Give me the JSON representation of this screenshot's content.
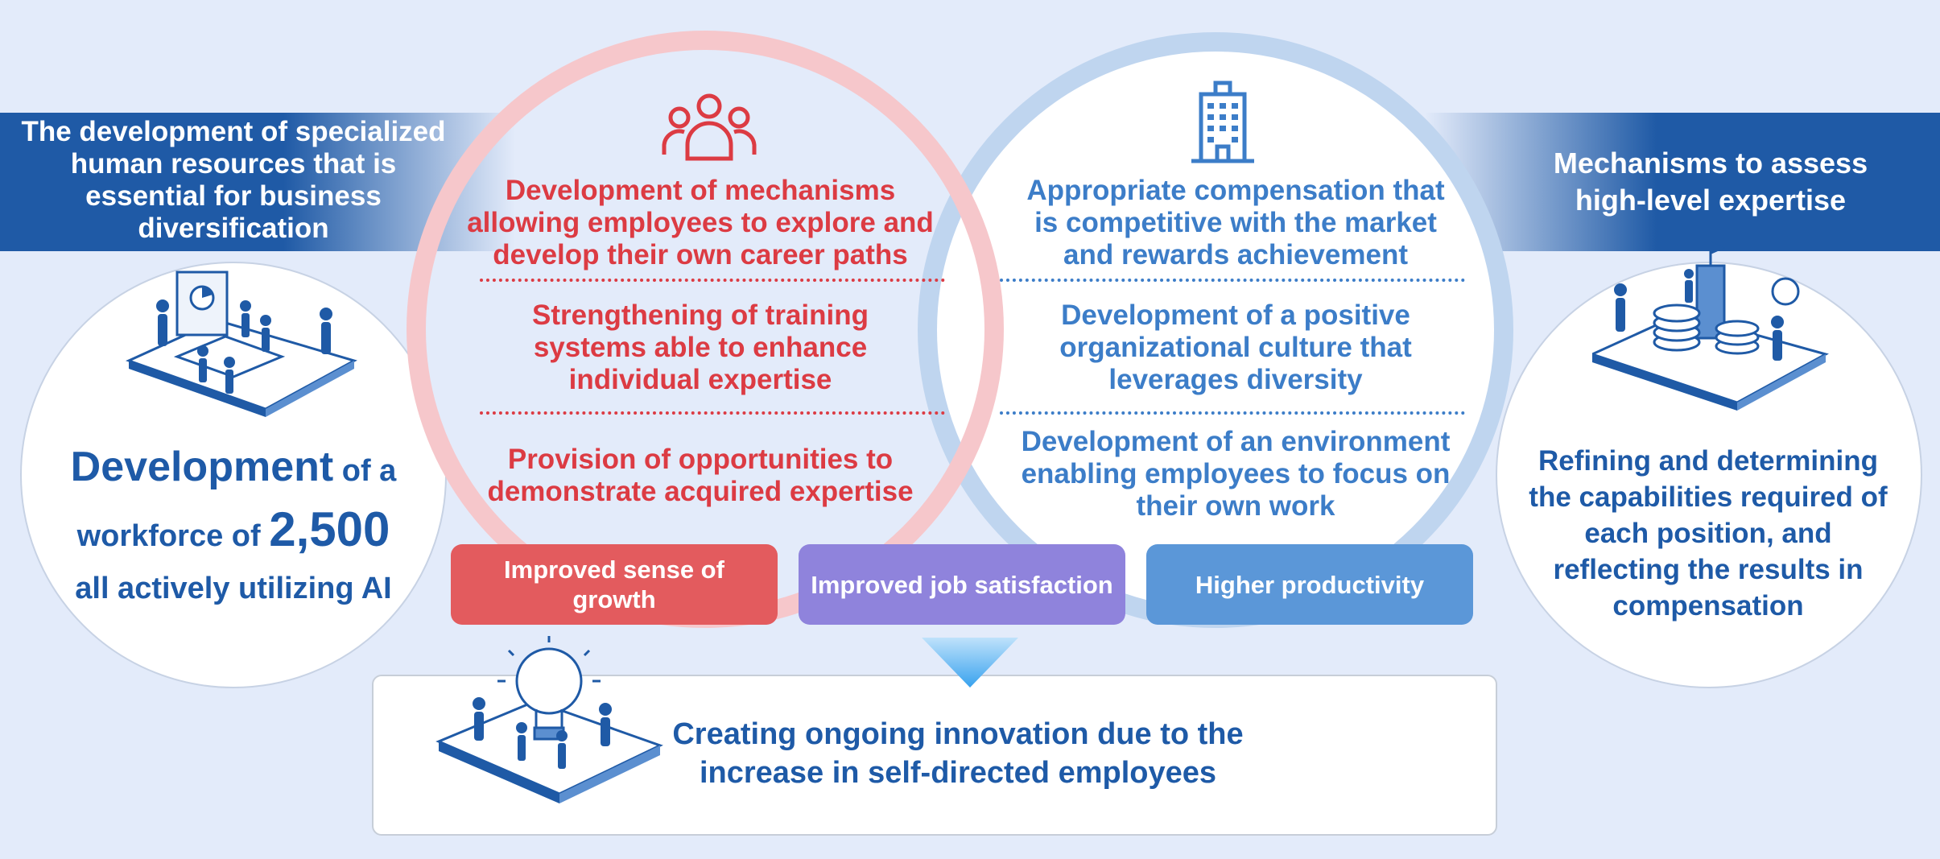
{
  "left_panel": {
    "banner": [
      "The development of specialized",
      "human resources that is",
      "essential for business",
      "diversification"
    ],
    "main": {
      "word_development": "Development",
      "text_of_a": " of a",
      "text_workforce_of": "workforce of ",
      "number": "2,500",
      "line3": "all actively utilizing AI"
    },
    "illustration_icon": "meeting-room-illustration"
  },
  "right_panel": {
    "banner": [
      "Mechanisms to assess",
      "high-level expertise"
    ],
    "main": [
      "Refining and determining",
      "the capabilities required of",
      "each position, and",
      "reflecting the results in",
      "compensation"
    ],
    "illustration_icon": "growth-coins-illustration"
  },
  "red_circle": {
    "icon": "people-group-icon",
    "items": [
      [
        "Development of mechanisms",
        "allowing employees to explore and",
        "develop their own career paths"
      ],
      [
        "Strengthening of training",
        "systems able to enhance",
        "individual expertise"
      ],
      [
        "Provision of opportunities to",
        "demonstrate acquired expertise"
      ]
    ]
  },
  "blue_circle": {
    "icon": "office-building-icon",
    "items": [
      [
        "Appropriate compensation that",
        "is competitive with the market",
        "and rewards achievement"
      ],
      [
        "Development of a positive",
        "organizational culture that",
        "leverages diversity"
      ],
      [
        "Development of an environment",
        "enabling employees to focus on",
        "their own work"
      ]
    ]
  },
  "outcomes": {
    "growth": [
      "Improved sense of",
      "growth"
    ],
    "satisfaction": "Improved job satisfaction",
    "productivity": "Higher productivity"
  },
  "bottom": {
    "lines": [
      "Creating ongoing innovation due to the",
      "increase in self-directed employees"
    ],
    "illustration_icon": "lightbulb-team-illustration"
  },
  "colors": {
    "red": "#dc3b43",
    "blue": "#3c7dc8",
    "navy": "#1e5aa7",
    "banner": "#1f5aa6",
    "pill_red": "#e35b5e",
    "pill_purple": "#8f83dc",
    "pill_blue": "#5b97d8",
    "background": "#e3ebfa"
  }
}
